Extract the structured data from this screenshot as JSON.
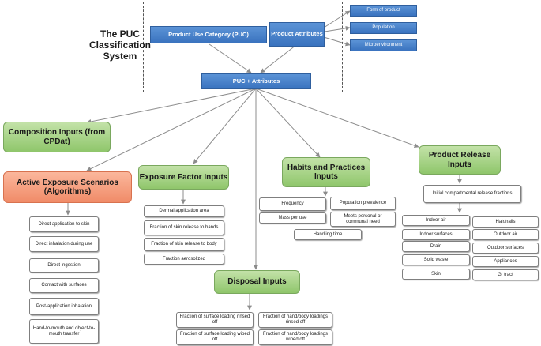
{
  "system_title": "The PUC Classification System",
  "nodes": {
    "puc": "Product Use Category (PUC)",
    "product_attributes": "Product Attributes",
    "form_of_product": "Form of product",
    "population": "Population",
    "microenvironment": "Microenvironment",
    "puc_attributes": "PUC + Attributes"
  },
  "composition": {
    "title": "Composition Inputs (from CPDat)"
  },
  "active_exposure": {
    "title": "Active Exposure Scenarios (Algorithms)",
    "items": [
      "Direct application to skin",
      "Direct inhalation during use",
      "Direct ingestion",
      "Contact with surfaces",
      "Post-application inhalation",
      "Hand-to-mouth and object-to-mouth transfer"
    ]
  },
  "exposure_factor": {
    "title": "Exposure Factor Inputs",
    "items": [
      "Dermal application area",
      "Fraction of skin release to hands",
      "Fraction of skin release to body",
      "Fraction aerosolized"
    ]
  },
  "habits": {
    "title": "Habits and Practices Inputs",
    "items": [
      "Frequency",
      "Population prevalence",
      "Mass per use",
      "Meets personal or communal need",
      "Handling time"
    ]
  },
  "product_release": {
    "title": "Product Release Inputs",
    "initial": "Initial compartmental release fractions",
    "left_items": [
      "Indoor air",
      "Indoor surfaces",
      "Drain",
      "Solid waste",
      "Skin"
    ],
    "right_items": [
      "Hair/nails",
      "Outdoor air",
      "Outdoor surfaces",
      "Appliances",
      "GI tract"
    ]
  },
  "disposal": {
    "title": "Disposal Inputs",
    "items": [
      "Fraction of surface loading rinsed off",
      "Fraction of hand/body loadings rinsed off",
      "Fraction of surface loading wiped off",
      "Fraction of hand/body loadings wiped off"
    ]
  },
  "colors": {
    "blue": "#4a84cc",
    "green": "#a9d48a",
    "orange": "#f5a080",
    "grey_border": "#7f7f7f"
  }
}
